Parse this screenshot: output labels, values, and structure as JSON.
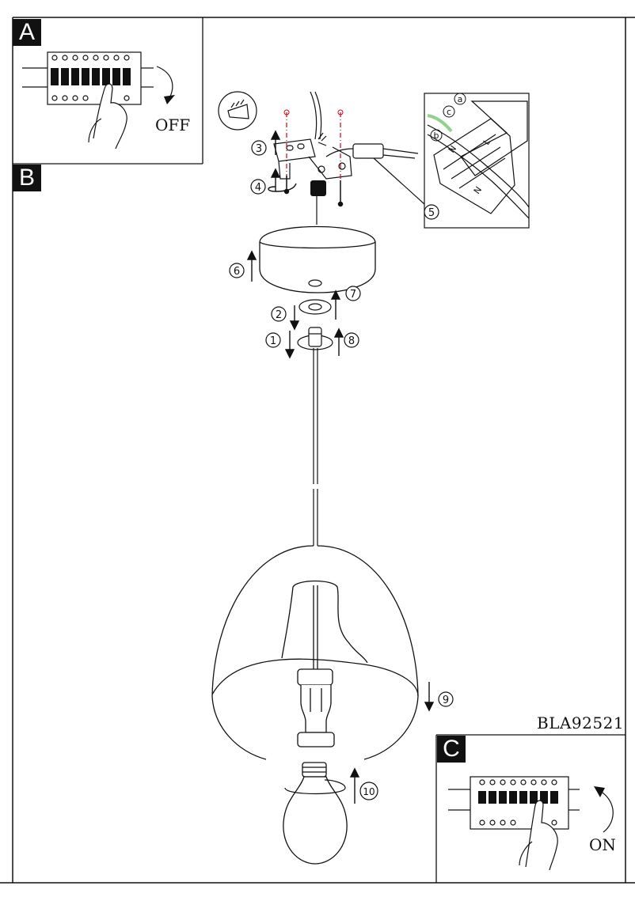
{
  "document": {
    "product_code": "BLA92521"
  },
  "panels": [
    {
      "id": "A",
      "caption": "OFF"
    },
    {
      "id": "B"
    },
    {
      "id": "C",
      "caption": "ON"
    }
  ],
  "steps": [
    "1",
    "2",
    "3",
    "4",
    "5",
    "6",
    "7",
    "8",
    "9",
    "10"
  ],
  "terminal_labels": {
    "a": "a",
    "b": "b",
    "c": "c",
    "live": "L",
    "neutral": "N"
  },
  "colors": {
    "line": "#111111",
    "accent_wire": "#8fd18f",
    "mark_line": "#d0021b"
  }
}
